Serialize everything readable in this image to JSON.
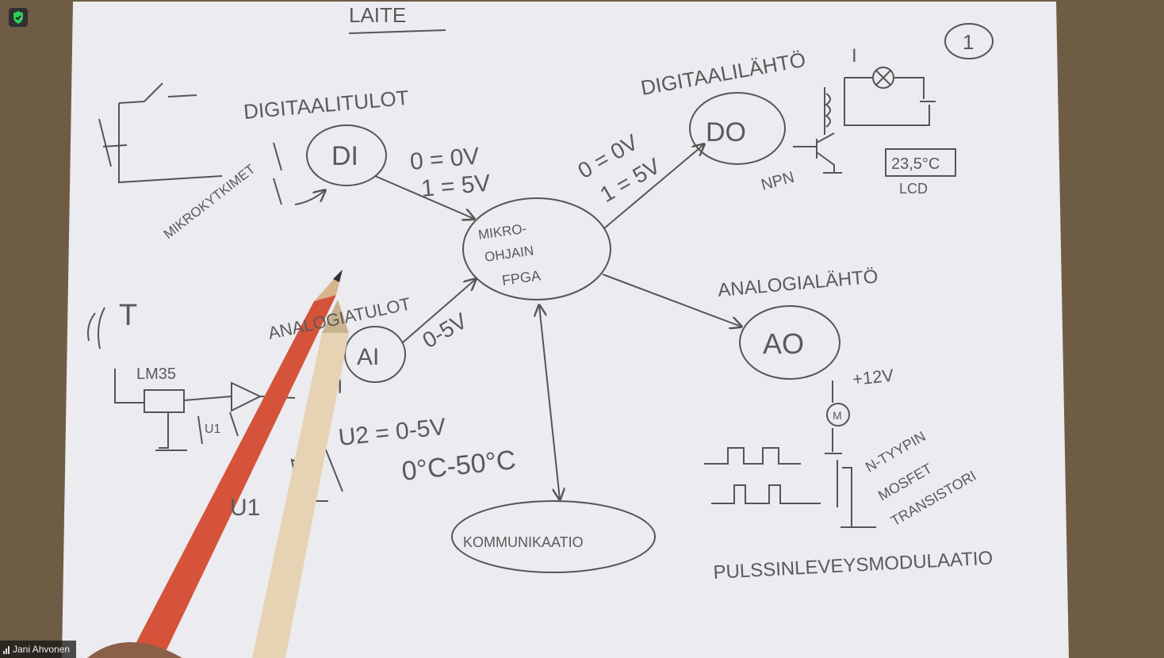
{
  "participant": {
    "name": "Jani Ahvonen",
    "signal_icon": "signal-bars-icon",
    "security_icon": "shield-check-icon"
  },
  "drawing": {
    "page_title": "LAITE",
    "page_number": "1",
    "center_lines": [
      "MIKRO-",
      "OHJAIN",
      "FPGA"
    ],
    "di": {
      "heading": "DIGITAALITULOT",
      "node": "DI",
      "side_label": "MIKROKYTKIMET",
      "levels": [
        "0 = 0V",
        "1 = 5V"
      ]
    },
    "do": {
      "heading": "DIGITAALILÄHTÖ",
      "node": "DO",
      "levels": [
        "0 = 0V",
        "1 = 5V"
      ],
      "transistor": "NPN",
      "current": "I",
      "display_value": "23,5°C",
      "display_label": "LCD"
    },
    "ai": {
      "heading": "ANALOGIATULOT",
      "node": "AI",
      "range": "0-5V",
      "sensor": "LM35",
      "temp_symbol": "T",
      "u1": "U1",
      "u2_formula": "U2 = 0-5V",
      "temp_range": "0°C-50°C",
      "u1_bottom": "U1"
    },
    "ao": {
      "heading": "ANALOGIALÄHTÖ",
      "node": "AO",
      "supply": "+12V",
      "motor": "M",
      "mosfet_lines": [
        "N-TYYPIN",
        "MOSFET",
        "TRANSISTORI"
      ],
      "pwm_label": "PULSSINLEVEYSMODULAATIO"
    },
    "comm": {
      "node": "KOMMUNIKAATIO"
    }
  }
}
